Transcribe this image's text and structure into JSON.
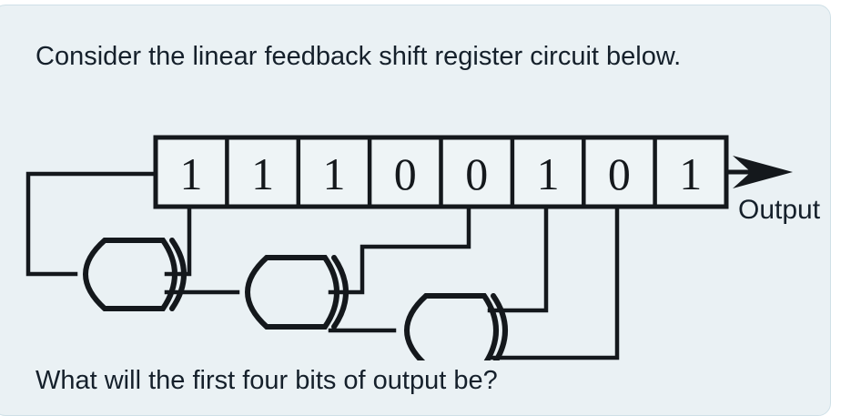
{
  "card": {
    "background_color": "#eaf1f4",
    "border_color": "#cfe0e7"
  },
  "prompt": {
    "intro": "Consider the linear feedback shift register circuit below.",
    "question": "What will the first four bits of output be?"
  },
  "figure": {
    "title": "linear-feedback-shift-register",
    "register": {
      "cells": [
        {
          "index": 0,
          "value": "1"
        },
        {
          "index": 1,
          "value": "1"
        },
        {
          "index": 2,
          "value": "1"
        },
        {
          "index": 3,
          "value": "0"
        },
        {
          "index": 4,
          "value": "0"
        },
        {
          "index": 5,
          "value": "1"
        },
        {
          "index": 6,
          "value": "0"
        },
        {
          "index": 7,
          "value": "1"
        }
      ],
      "bit_string": "11100101"
    },
    "output_label": "Output",
    "gates": [
      {
        "id": "xor-1",
        "type": "xor"
      },
      {
        "id": "xor-2",
        "type": "xor"
      },
      {
        "id": "xor-3",
        "type": "xor"
      }
    ],
    "line_color": "#14181c",
    "cell_fill": "#eef4f6"
  }
}
